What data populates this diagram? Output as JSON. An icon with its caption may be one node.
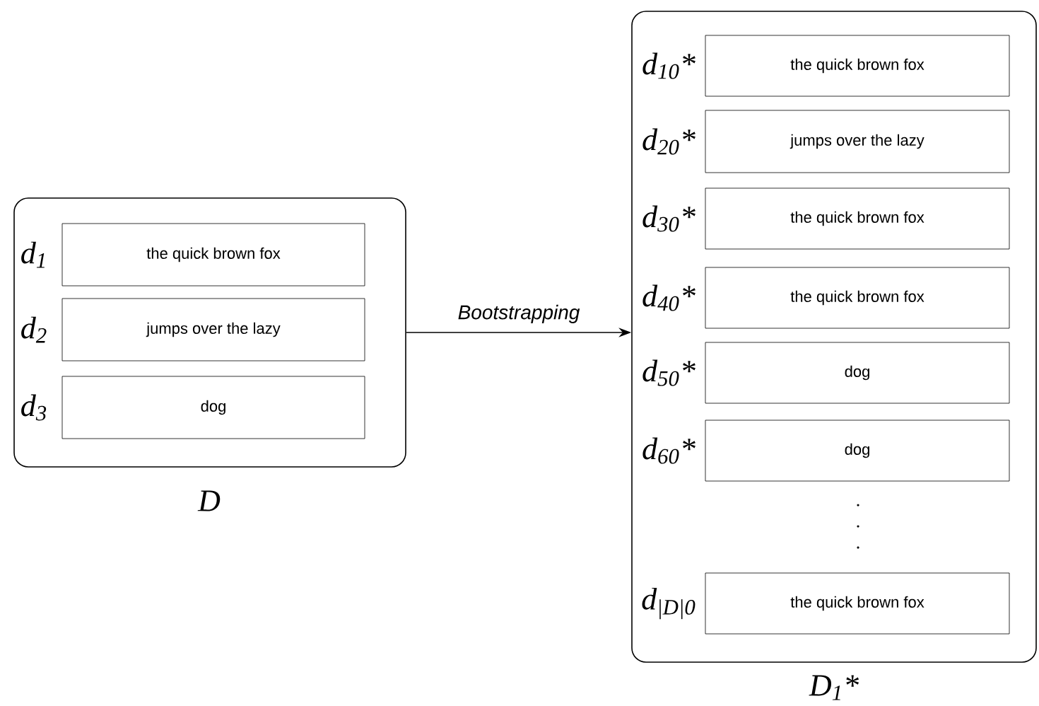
{
  "diagram": {
    "nodes": [
      {
        "text": [
          "D"
        ]
      },
      {
        "text": [
          "the quick brown fox"
        ],
        "in": 0,
        "beside": [
          "d$_{1}$"
        ]
      },
      {
        "text": [
          "jumps over the lazy"
        ],
        "in": 0,
        "beside": [
          "d$_{2}$"
        ]
      },
      {
        "text": [
          "dog"
        ],
        "in": 0,
        "beside": [
          "d$_{3}$"
        ]
      },
      {
        "text": [
          "D$_{1}$*"
        ]
      },
      {
        "text": [
          "the quick brown fox"
        ],
        "in": 4,
        "beside": [
          "d$_{10}$*"
        ]
      },
      {
        "text": [
          "jumps over the lazy"
        ],
        "in": 4,
        "beside": [
          "d$_{20}$*"
        ]
      },
      {
        "text": [
          "the quick brown fox"
        ],
        "in": 4,
        "beside": [
          "d$_{30}$*"
        ]
      },
      {
        "text": [
          "the quick brown fox"
        ],
        "in": 4,
        "beside": [
          "d$_{40}$*"
        ]
      },
      {
        "text": [
          "dog"
        ],
        "in": 4,
        "beside": [
          "d$_{50}$*"
        ]
      },
      {
        "text": [
          "dog"
        ],
        "in": 4,
        "beside": [
          "d$_{60}$*"
        ]
      },
      {
        "text": [
          "the quick brown fox"
        ],
        "in": 4,
        "beside": [
          "d$_{|D|0}$"
        ]
      }
    ],
    "edges": [
      {
        "from": 0,
        "to": 4,
        "arrow": "to",
        "label": "Bootstrapping"
      }
    ]
  }
}
